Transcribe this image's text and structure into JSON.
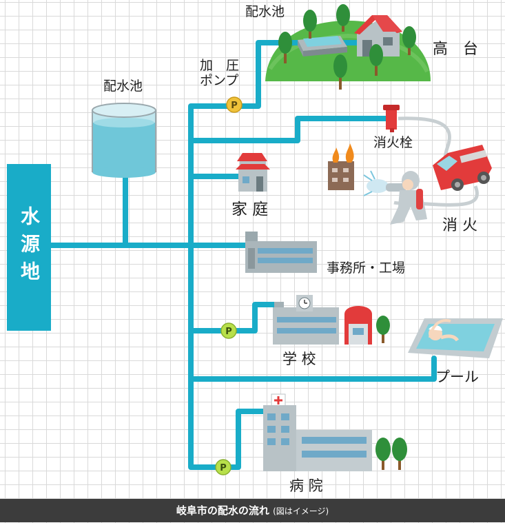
{
  "labels": {
    "source": "水源地",
    "reservoir_left": "配水池",
    "reservoir_top": "配水池",
    "pump_booster": "加　圧\nポンプ",
    "highland": "高　台",
    "hydrant": "消火栓",
    "firefighting": "消 火",
    "home": "家 庭",
    "office_factory": "事務所・工場",
    "school": "学 校",
    "pool": "プール",
    "hospital": "病 院"
  },
  "pump_mark": "P",
  "caption": {
    "title": "岐阜市の配水の流れ",
    "note": "(図はイメージ)"
  },
  "colors": {
    "pipe": "#19acc8",
    "source_block": "#19acc8",
    "hill": "#56b848",
    "pump": "#f0c23a",
    "caption_bg": "#3c3c3c"
  }
}
